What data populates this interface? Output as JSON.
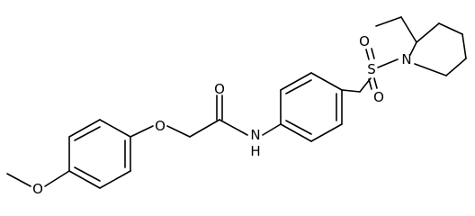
{
  "molecule": {
    "atoms": {
      "ether_o": "O",
      "carbonyl_o": "O",
      "amide_n": "N",
      "amide_h": "H",
      "sulfur": "S",
      "sulfonyl_o_top": "O",
      "sulfonyl_o_bottom": "O",
      "piperidine_n": "N",
      "methoxy_o": "O"
    }
  }
}
